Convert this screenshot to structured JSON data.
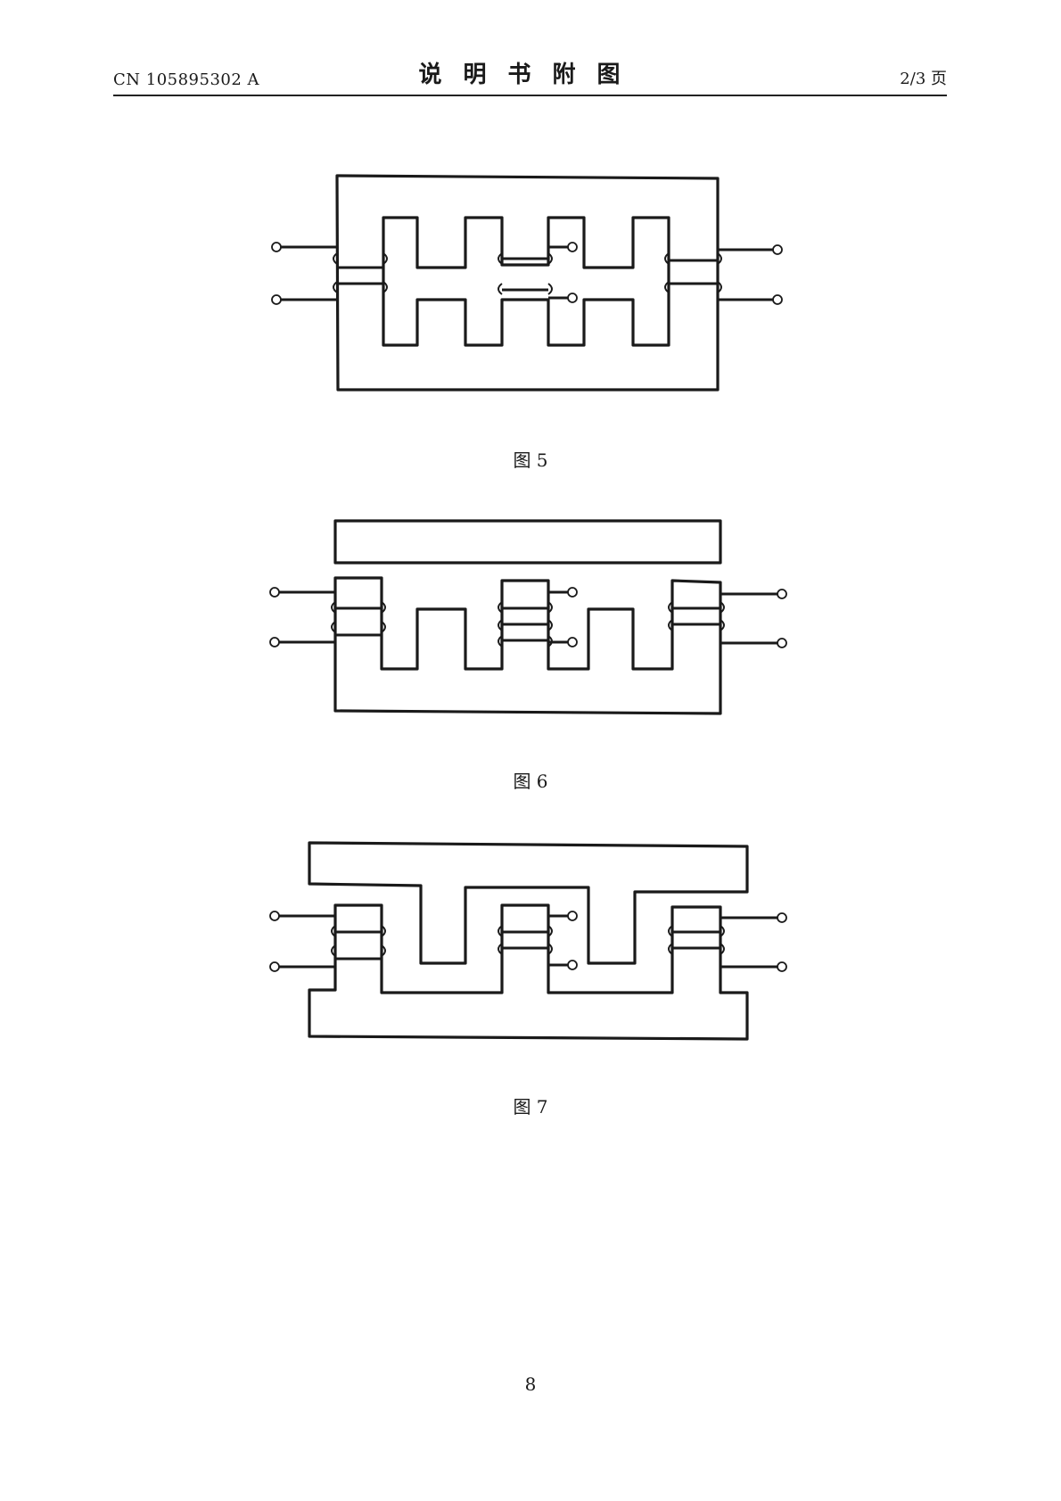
{
  "header": {
    "left": "CN 105895302 A",
    "center": "说明书附图",
    "right": "2/3 页"
  },
  "figures": [
    {
      "caption": "图 5"
    },
    {
      "caption": "图 6"
    },
    {
      "caption": "图 7"
    }
  ],
  "page_number": "8"
}
